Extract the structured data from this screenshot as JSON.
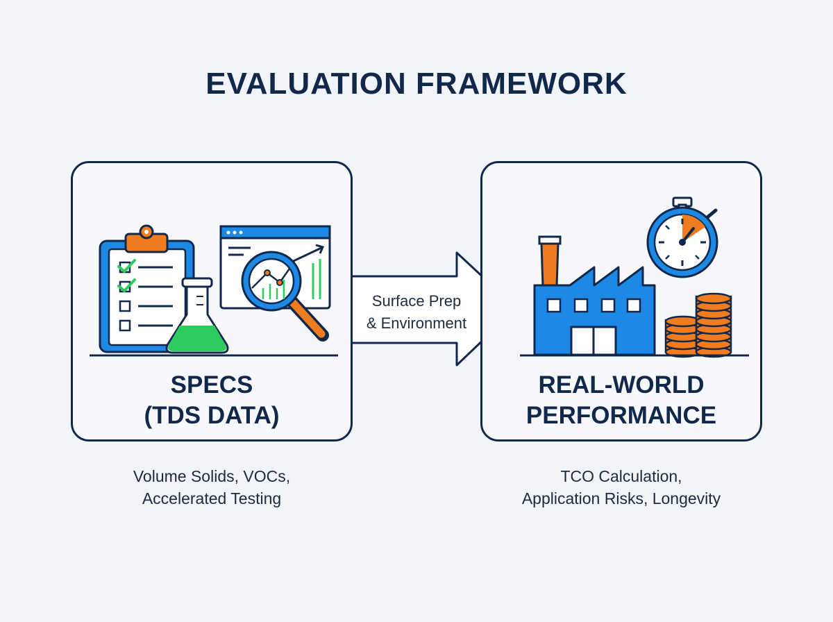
{
  "title": "EVALUATION FRAMEWORK",
  "left_panel": {
    "label_line1": "SPECS",
    "label_line2": "(TDS DATA)",
    "caption_line1": "Volume Solids, VOCs,",
    "caption_line2": "Accelerated Testing",
    "icons": [
      "clipboard-checklist-icon",
      "lab-flask-icon",
      "chart-window-icon",
      "magnifier-icon"
    ]
  },
  "arrow": {
    "label_line1": "Surface Prep",
    "label_line2": "& Environment"
  },
  "right_panel": {
    "label_line1": "REAL-WORLD",
    "label_line2": "PERFORMANCE",
    "caption_line1": "TCO Calculation,",
    "caption_line2": "Application Risks, Longevity",
    "icons": [
      "factory-icon",
      "stopwatch-icon",
      "coin-stack-icon"
    ]
  },
  "colors": {
    "navy": "#12284a",
    "blue": "#1e88e5",
    "orange": "#f07c1f",
    "green": "#2ecc5f",
    "background": "#f1f4f8"
  }
}
